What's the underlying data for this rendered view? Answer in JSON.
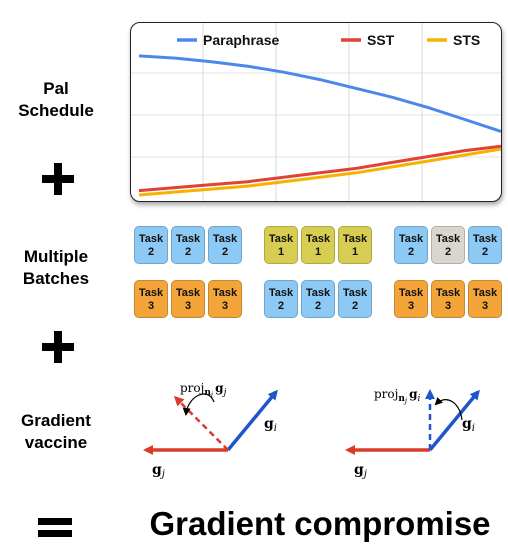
{
  "colors": {
    "paraphrase": "#4b88ee",
    "sst": "#e04235",
    "sts": "#f5b300",
    "task_blue": "#8cc9f5",
    "task_orange": "#f3a53a",
    "task_olive": "#d6cd52",
    "task_gray": "#d9d7cd",
    "arrow_blue": "#1f56c9",
    "arrow_red": "#d93b2b"
  },
  "labels": {
    "schedule": "Pal\nSchedule",
    "batches": "Multiple\nBatches",
    "vaccine": "Gradient\nvaccine",
    "plus": "+",
    "equals": "=",
    "conclusion": "Gradient compromise"
  },
  "chart_data": {
    "type": "line",
    "legend_position": "top",
    "grid": true,
    "x": [
      0,
      0.1,
      0.2,
      0.3,
      0.4,
      0.5,
      0.6,
      0.7,
      0.8,
      0.9,
      1.0
    ],
    "series": [
      {
        "name": "Paraphrase",
        "color": "#4b88ee",
        "values": [
          0.94,
          0.925,
          0.9,
          0.87,
          0.83,
          0.78,
          0.72,
          0.66,
          0.59,
          0.51,
          0.43
        ]
      },
      {
        "name": "SST",
        "color": "#e04235",
        "values": [
          0.03,
          0.05,
          0.07,
          0.09,
          0.12,
          0.15,
          0.18,
          0.22,
          0.26,
          0.3,
          0.33
        ]
      },
      {
        "name": "STS",
        "color": "#f5b300",
        "values": [
          0.0,
          0.02,
          0.04,
          0.06,
          0.09,
          0.12,
          0.15,
          0.19,
          0.23,
          0.27,
          0.31
        ]
      }
    ]
  },
  "batches": [
    {
      "top": [
        {
          "label": "Task",
          "id": "2",
          "color": "task_blue"
        },
        {
          "label": "Task",
          "id": "2",
          "color": "task_blue"
        },
        {
          "label": "Task",
          "id": "2",
          "color": "task_blue"
        }
      ],
      "bottom": [
        {
          "label": "Task",
          "id": "3",
          "color": "task_orange"
        },
        {
          "label": "Task",
          "id": "3",
          "color": "task_orange"
        },
        {
          "label": "Task",
          "id": "3",
          "color": "task_orange"
        }
      ]
    },
    {
      "top": [
        {
          "label": "Task",
          "id": "1",
          "color": "task_olive"
        },
        {
          "label": "Task",
          "id": "1",
          "color": "task_olive"
        },
        {
          "label": "Task",
          "id": "1",
          "color": "task_olive"
        }
      ],
      "bottom": [
        {
          "label": "Task",
          "id": "2",
          "color": "task_blue"
        },
        {
          "label": "Task",
          "id": "2",
          "color": "task_blue"
        },
        {
          "label": "Task",
          "id": "2",
          "color": "task_blue"
        }
      ]
    },
    {
      "top": [
        {
          "label": "Task",
          "id": "2",
          "color": "task_blue"
        },
        {
          "label": "Task",
          "id": "2",
          "color": "task_gray"
        },
        {
          "label": "Task",
          "id": "2",
          "color": "task_blue"
        }
      ],
      "bottom": [
        {
          "label": "Task",
          "id": "3",
          "color": "task_orange"
        },
        {
          "label": "Task",
          "id": "3",
          "color": "task_orange"
        },
        {
          "label": "Task",
          "id": "3",
          "color": "task_orange"
        }
      ]
    }
  ],
  "vaccine": {
    "left": {
      "proj": "proj",
      "proj_sub": "n",
      "proj_subsub": "i",
      "proj_vec": "g",
      "proj_vec_sub": "j",
      "gi": "g",
      "gi_sub": "i",
      "gj": "g",
      "gj_sub": "j"
    },
    "right": {
      "proj": "proj",
      "proj_sub": "n",
      "proj_subsub": "j",
      "proj_vec": "g",
      "proj_vec_sub": "i",
      "gi": "g",
      "gi_sub": "i",
      "gj": "g",
      "gj_sub": "j"
    }
  }
}
